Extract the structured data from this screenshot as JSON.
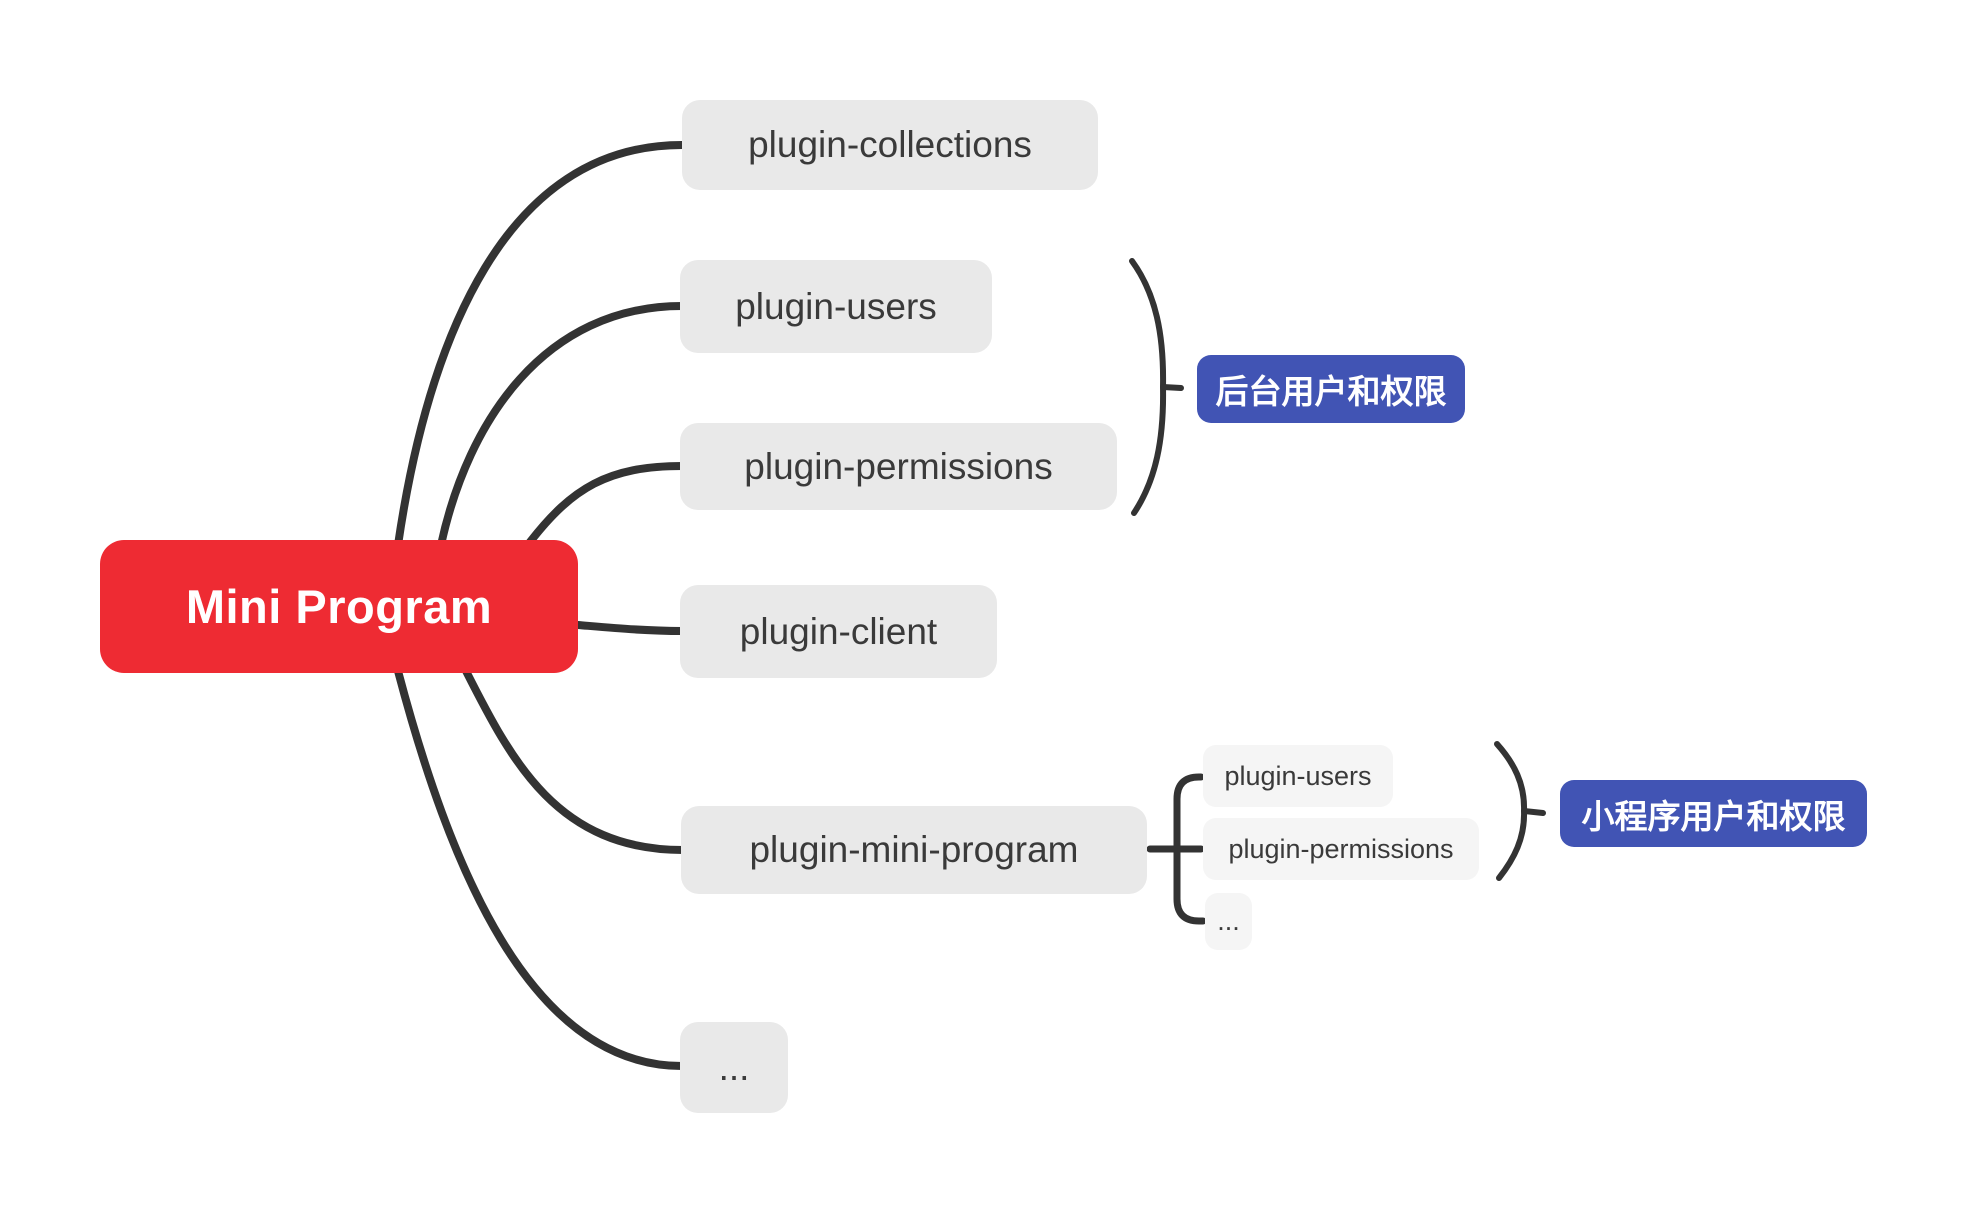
{
  "diagram": {
    "root": {
      "label": "Mini Program"
    },
    "branches": [
      {
        "label": "plugin-collections"
      },
      {
        "label": "plugin-users"
      },
      {
        "label": "plugin-permissions"
      },
      {
        "label": "plugin-client"
      },
      {
        "label": "plugin-mini-program",
        "children": [
          {
            "label": "plugin-users"
          },
          {
            "label": "plugin-permissions"
          },
          {
            "label": "..."
          }
        ]
      },
      {
        "label": "..."
      }
    ],
    "callouts": [
      {
        "label": "后台用户和权限",
        "groups": [
          "plugin-users",
          "plugin-permissions"
        ]
      },
      {
        "label": "小程序用户和权限",
        "groups": [
          "plugin-users",
          "plugin-permissions",
          "..."
        ]
      }
    ],
    "colors": {
      "canvas_bg": "#ffffff",
      "root_bg": "#ee2b33",
      "root_text": "#ffffff",
      "node_bg": "#e9e9e9",
      "subnode_bg": "#f5f5f5",
      "node_text": "#3a3a3a",
      "callout_bg": "#4154b4",
      "callout_text": "#ffffff",
      "line": "#333333"
    }
  }
}
